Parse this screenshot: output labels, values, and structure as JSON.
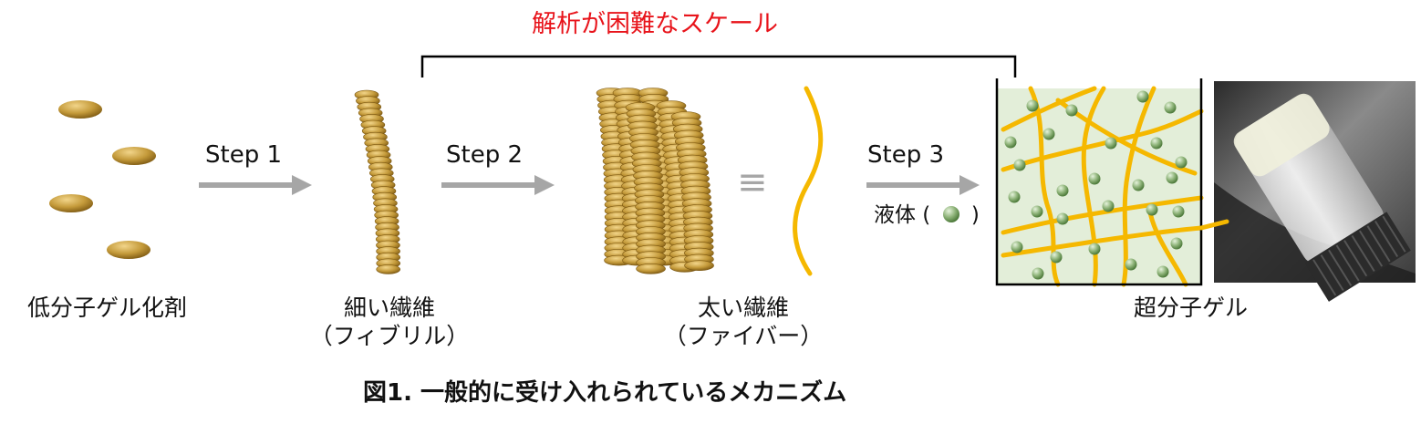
{
  "header": {
    "difficult_scale_label": "解析が困難なスケール"
  },
  "steps": [
    {
      "label": "Step 1"
    },
    {
      "label": "Step 2"
    },
    {
      "label": "Step 3",
      "sub_label": "液体 (",
      "sub_label_end": ")"
    }
  ],
  "stages": {
    "gelator": "低分子ゲル化剤",
    "thin_fiber": {
      "line1": "細い繊維",
      "line2": "（フィブリル）"
    },
    "thick_fiber": {
      "line1": "太い繊維",
      "line2": "（ファイバー）"
    },
    "supramolecular_gel": "超分子ゲル"
  },
  "equivalence_symbol": "≡",
  "caption": "図1. 一般的に受け入れられているメカニズム",
  "colors": {
    "gold": "#c49a3a",
    "gold_dark": "#8a6414",
    "fiber_yellow": "#f5b800",
    "liquid_green": "#8fb47a",
    "gel_background": "#e3eed9",
    "arrow_gray": "#a6a6a6",
    "accent_red": "#e8141b"
  }
}
